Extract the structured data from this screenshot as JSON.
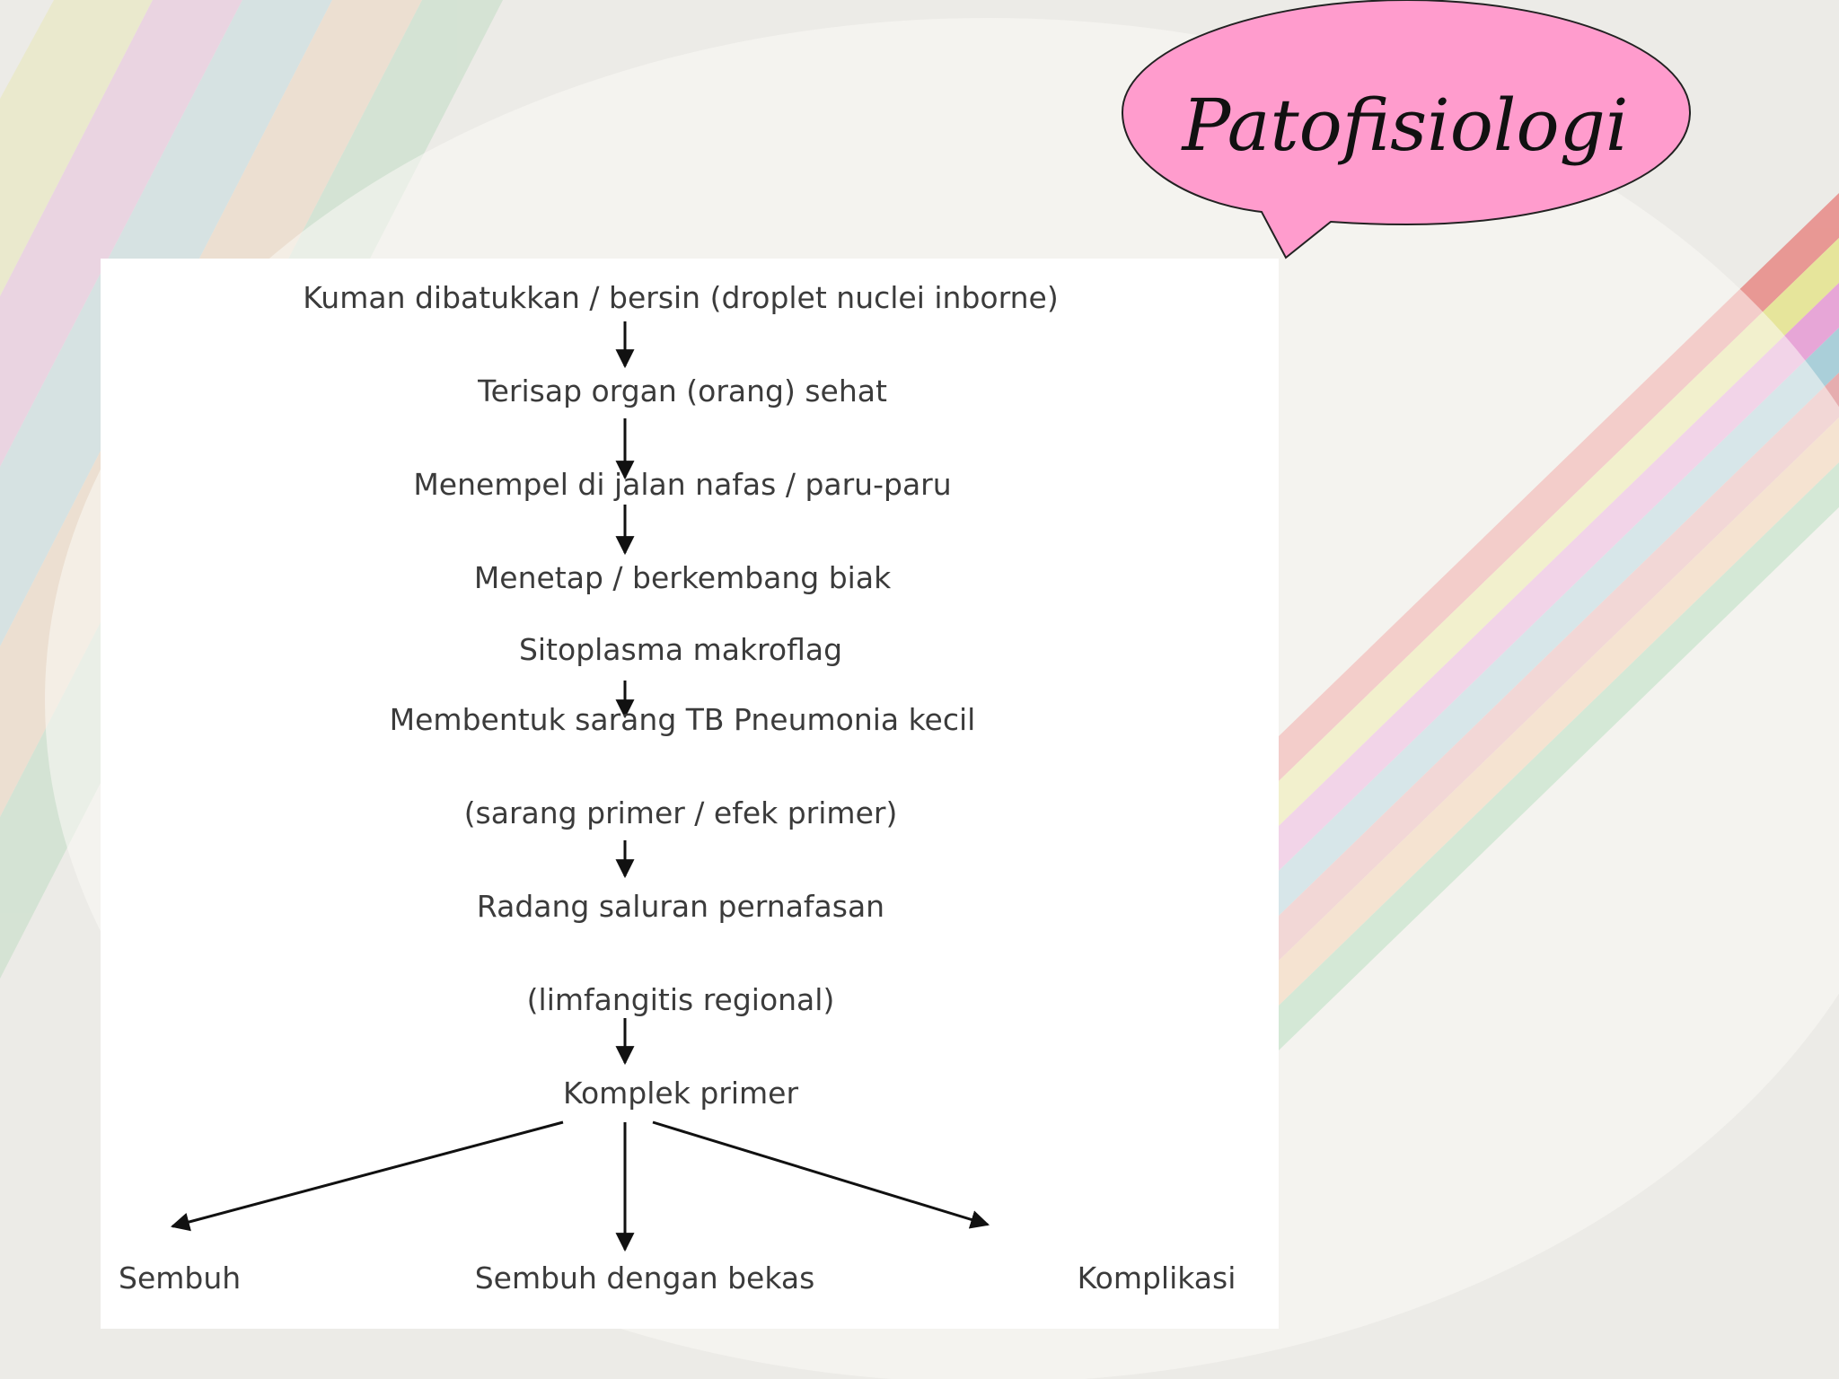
{
  "slide": {
    "title": "Patofisiologi",
    "colors": {
      "bubble_fill": "#ff9ccd",
      "stripe_red": "#e88a86",
      "stripe_yellow": "#e6e58e",
      "stripe_pink": "#e79ad5",
      "stripe_blue": "#9fcbd7",
      "stripe_salmon": "#e6a3a6",
      "stripe_orange": "#eec29a",
      "stripe_green": "#99cfa6"
    }
  },
  "flow": {
    "steps": [
      "Kuman dibatukkan / bersin (droplet nuclei inborne)",
      "Terisap organ (orang) sehat",
      "Menempel di jalan nafas / paru-paru",
      "Menetap / berkembang biak",
      "Sitoplasma makroflag",
      "Membentuk sarang TB Pneumonia kecil",
      "(sarang primer / efek primer)",
      "Radang saluran pernafasan",
      "(limfangitis regional)",
      "Komplek primer"
    ],
    "outcomes": [
      "Sembuh",
      "Sembuh dengan bekas",
      "Komplikasi"
    ]
  }
}
